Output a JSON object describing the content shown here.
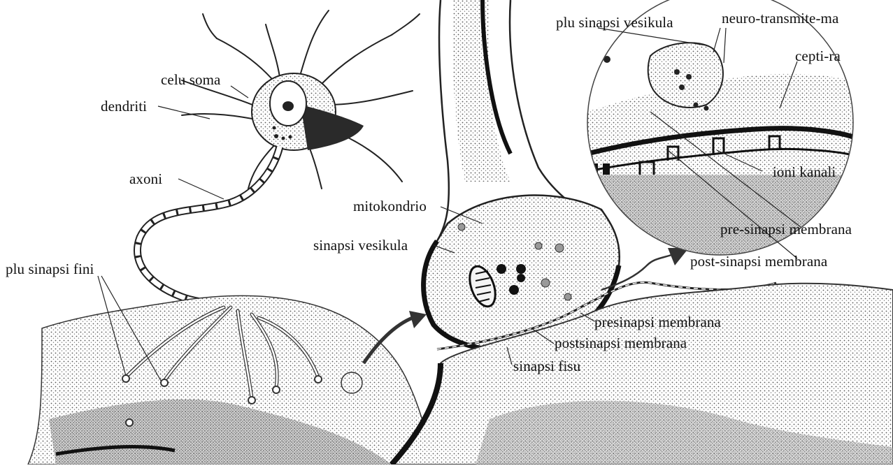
{
  "labels": {
    "celu_soma": "celu soma",
    "dendriti": "dendriti",
    "axoni": "axoni",
    "plu_sinapsi_fini": "plu sinapsi fini",
    "mitokondrio": "mitokondrio",
    "sinapsi_vesikula": "sinapsi vesikula",
    "plu_sinapsi_vesikula": "plu sinapsi vesikula",
    "neuro_transmite_ma": "neuro-transmite-ma",
    "cepti_ra": "cepti-ra",
    "ioni_kanali": "ioni kanali",
    "pre_sinapsi_membrana": "pre-sinapsi membrana",
    "post_sinapsi_membrana": "post-sinapsi membrana",
    "presinapsi_membrana": "presinapsi membrana",
    "postsinapsi_membrana": "postsinapsi membrana",
    "sinapsi_fisu": "sinapsi fisu"
  }
}
